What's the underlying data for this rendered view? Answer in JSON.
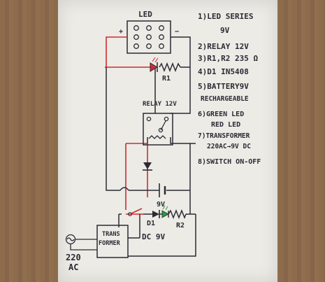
{
  "title": "LED",
  "labels": {
    "plus": "+",
    "minus": "−",
    "r1": "R1",
    "r2": "R2",
    "d1": "D1",
    "relay": "RELAY 12V",
    "transformer_line1": "TRANS",
    "transformer_line2": "FORMER",
    "dc_label": "DC 9V",
    "nine_v": "9V",
    "ac_line1": "220",
    "ac_line2": "AC"
  },
  "legend": [
    {
      "text": "1)LED SERIES"
    },
    {
      "text": "9V"
    },
    {
      "text": "2)RELAY 12V"
    },
    {
      "text": "3)R1,R2 235 Ω"
    },
    {
      "text": "4)D1  IN5408"
    },
    {
      "text": "5)BATTERY9V"
    },
    {
      "text": "RECHARGEABLE"
    },
    {
      "text": "6)GREEN LED"
    },
    {
      "text": "RED  LED"
    },
    {
      "text": "7)TRANSFORMER"
    },
    {
      "text": "220AC→9V DC"
    },
    {
      "text": "8)SWITCH ON-OFF"
    }
  ],
  "colors": {
    "paper": "#ecebe6",
    "wire_black": "#2c2a33",
    "wire_red": "#d22a30",
    "led_red": "#d22a30",
    "led_green": "#2a9a3a"
  }
}
